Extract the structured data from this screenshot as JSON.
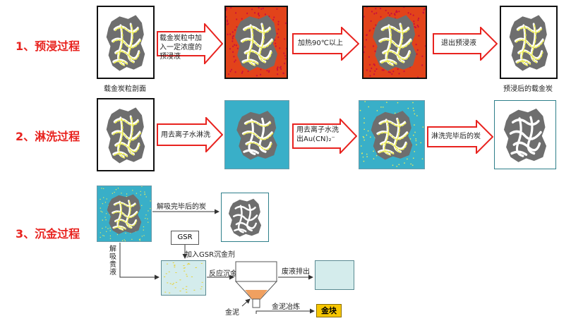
{
  "stages": [
    {
      "title": "1、预浸过程"
    },
    {
      "title": "2、淋洗过程"
    },
    {
      "title": "3、沉金过程"
    }
  ],
  "row1": {
    "caption_start": "载金炭粒剖面",
    "arrow1": "载金炭粒中加入一定浓度的预浸液",
    "arrow2": "加热90℃以上",
    "arrow3": "退出预浸液",
    "caption_end": "预浸后的载金炭"
  },
  "row2": {
    "arrow1": "用去离子水淋洗",
    "arrow2": "用去离子水洗出Au(CN)₂⁻",
    "arrow3": "淋洗完毕后的炭"
  },
  "row3": {
    "arrow_top": "解吸完毕后的炭",
    "gsr_box": "GSR",
    "add_gsr": "加入GSR沉金剂",
    "vertical_label": "解吸贵液",
    "react": "反应沉金",
    "waste": "废液排出",
    "mud": "金泥",
    "smelt": "金泥冶炼",
    "gold": "金块"
  },
  "colors": {
    "title_red": "#e8231f",
    "preleach_bg": "#e2431a",
    "preleach_dots": "#c8103c",
    "rinse_bg": "#39afc8",
    "dots_yellow": "#ecec5a",
    "carbon_gray": "#6e6e6e",
    "vein_white": "#ffffff",
    "gold_yellow": "#f6c600",
    "tank_light": "#d4ecec",
    "mud_orange": "#f0a060"
  }
}
